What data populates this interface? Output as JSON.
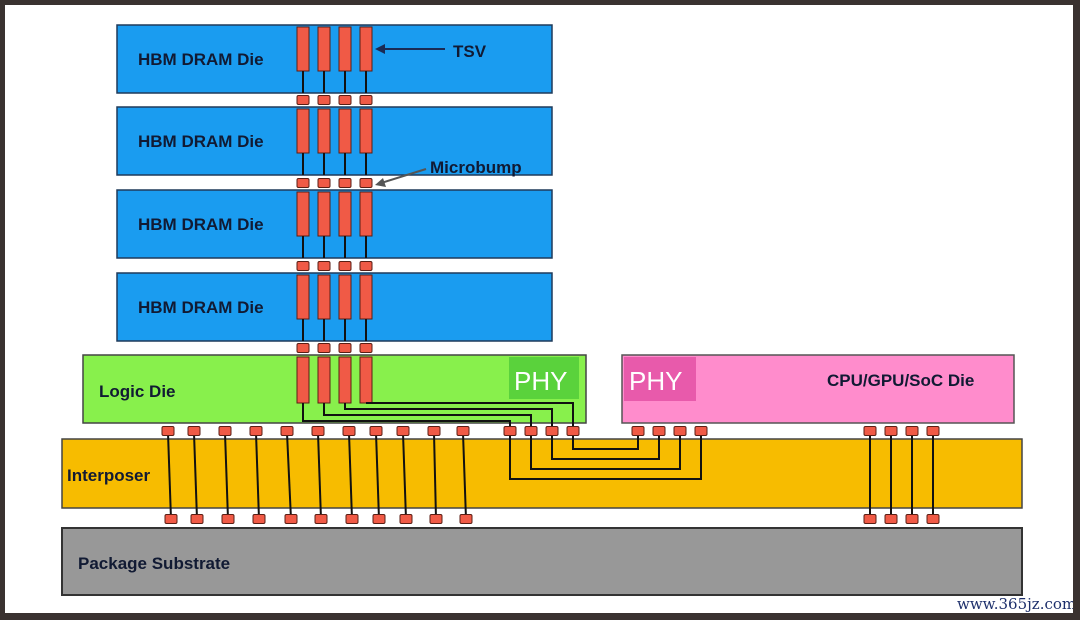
{
  "title": "HBM 2.5D package cross-section",
  "dram_stack": {
    "dies": [
      {
        "label": "HBM DRAM Die"
      },
      {
        "label": "HBM DRAM Die"
      },
      {
        "label": "HBM DRAM Die"
      },
      {
        "label": "HBM DRAM Die"
      }
    ],
    "tsv_count_per_die": 4
  },
  "annotations": {
    "tsv": "TSV",
    "microbump": "Microbump"
  },
  "logic_die": {
    "label": "Logic Die",
    "phy_label": "PHY"
  },
  "soc_die": {
    "label": "CPU/GPU/SoC Die",
    "phy_label": "PHY"
  },
  "interposer": {
    "label": "Interposer"
  },
  "substrate": {
    "label": "Package Substrate"
  },
  "watermark": "www.365jz.com",
  "colors": {
    "dram": "#1a9cf0",
    "logic": "#88f04c",
    "logic_phy": "#5ad23c",
    "soc": "#ff8ccc",
    "soc_phy": "#e85aab",
    "interposer": "#f7bc00",
    "substrate": "#989898",
    "bump": "#f05a46",
    "outline": "#2a2a2a"
  }
}
